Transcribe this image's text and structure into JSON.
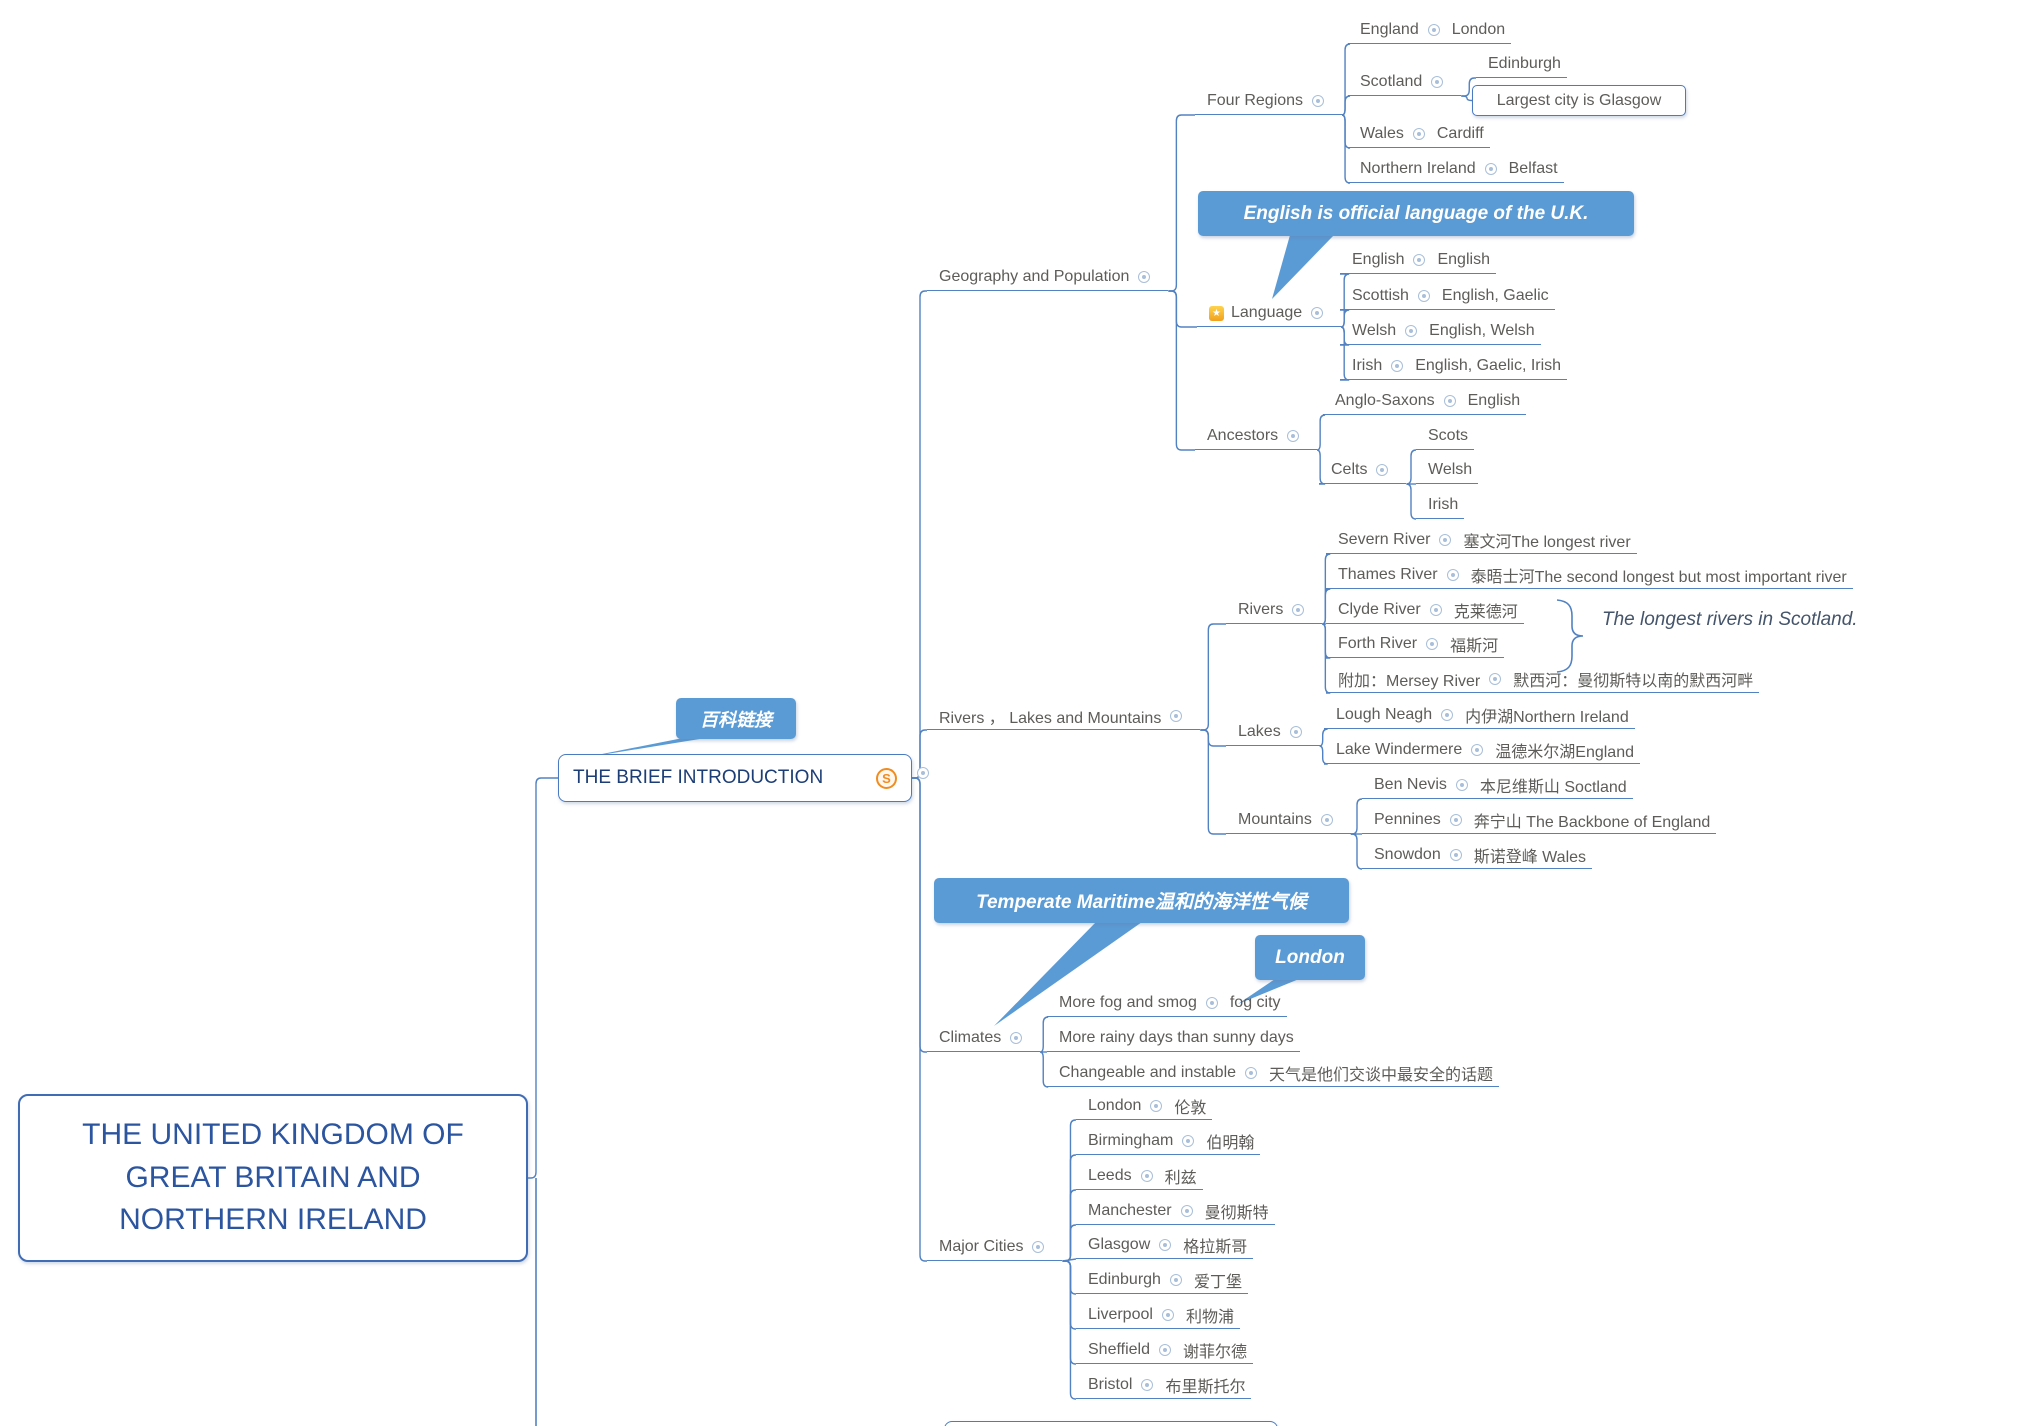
{
  "root": {
    "title": "THE UNITED KINGDOM OF GREAT BRITAIN AND NORTHERN IRELAND"
  },
  "floating_topic": {
    "label": "百科链接"
  },
  "main_topic": {
    "label": "THE BRIEF INTRODUCTION",
    "badge": "S"
  },
  "callouts": {
    "language": "English is  official language of the U.K.",
    "climate": "Temperate Maritime温和的海洋性气候",
    "london": "London"
  },
  "geography": {
    "label": "Geography and Population",
    "four_regions": {
      "label": "Four Regions",
      "rows": [
        {
          "name": "England",
          "capital": "London"
        },
        {
          "name": "Scotland",
          "capital": "Edinburgh",
          "note": "Largest city is Glasgow"
        },
        {
          "name": "Wales",
          "capital": "Cardiff"
        },
        {
          "name": "Northern Ireland",
          "capital": "Belfast"
        }
      ]
    },
    "language": {
      "label": "Language",
      "rows": [
        {
          "people": "English",
          "langs": "English"
        },
        {
          "people": "Scottish",
          "langs": "English, Gaelic"
        },
        {
          "people": "Welsh",
          "langs": "English, Welsh"
        },
        {
          "people": "Irish",
          "langs": "English, Gaelic, Irish"
        }
      ]
    },
    "ancestors": {
      "label": "Ancestors",
      "anglo": {
        "name": "Anglo-Saxons",
        "desc": "English"
      },
      "celts": {
        "name": "Celts",
        "children": [
          "Scots",
          "Welsh",
          "Irish"
        ]
      }
    }
  },
  "rlm": {
    "label": "Rivers ， Lakes and Mountains",
    "rivers": {
      "label": "Rivers",
      "brace_note": "The longest rivers in Scotland.",
      "rows": [
        {
          "name": "Severn River",
          "desc": "塞文河The longest river"
        },
        {
          "name": "Thames River",
          "desc": "泰晤士河The second longest but most important river"
        },
        {
          "name": "Clyde River",
          "desc": "克莱德河"
        },
        {
          "name": "Forth River",
          "desc": "福斯河"
        },
        {
          "name": "附加：Mersey River",
          "desc": "默西河：曼彻斯特以南的默西河畔"
        }
      ]
    },
    "lakes": {
      "label": "Lakes",
      "rows": [
        {
          "name": "Lough Neagh",
          "desc": "内伊湖Northern Ireland"
        },
        {
          "name": "Lake Windermere",
          "desc": "温德米尔湖England"
        }
      ]
    },
    "mountains": {
      "label": "Mountains",
      "rows": [
        {
          "name": "Ben Nevis",
          "desc": "本尼维斯山 Soctland"
        },
        {
          "name": "Pennines",
          "desc": "奔宁山 The Backbone of England"
        },
        {
          "name": "Snowdon",
          "desc": "斯诺登峰 Wales"
        }
      ]
    }
  },
  "climates": {
    "label": "Climates",
    "rows": [
      {
        "name": "More fog and smog",
        "desc": "fog city"
      },
      {
        "name": "More rainy days than sunny days"
      },
      {
        "name": "Changeable and instable",
        "desc": "天气是他们交谈中最安全的话题"
      }
    ]
  },
  "major_cities": {
    "label": "Major Cities",
    "rows": [
      {
        "name": "London",
        "zh": "伦敦"
      },
      {
        "name": "Birmingham",
        "zh": "伯明翰"
      },
      {
        "name": "Leeds",
        "zh": "利兹"
      },
      {
        "name": "Manchester",
        "zh": "曼彻斯特"
      },
      {
        "name": "Glasgow",
        "zh": "格拉斯哥"
      },
      {
        "name": "Edinburgh",
        "zh": "爱丁堡"
      },
      {
        "name": "Liverpool",
        "zh": "利物浦"
      },
      {
        "name": "Sheffield",
        "zh": "谢菲尔德"
      },
      {
        "name": "Bristol",
        "zh": "布里斯托尔"
      }
    ]
  },
  "colors": {
    "accent": "#5b9bd5",
    "line": "#5282c1",
    "text": "#5e5c58"
  }
}
